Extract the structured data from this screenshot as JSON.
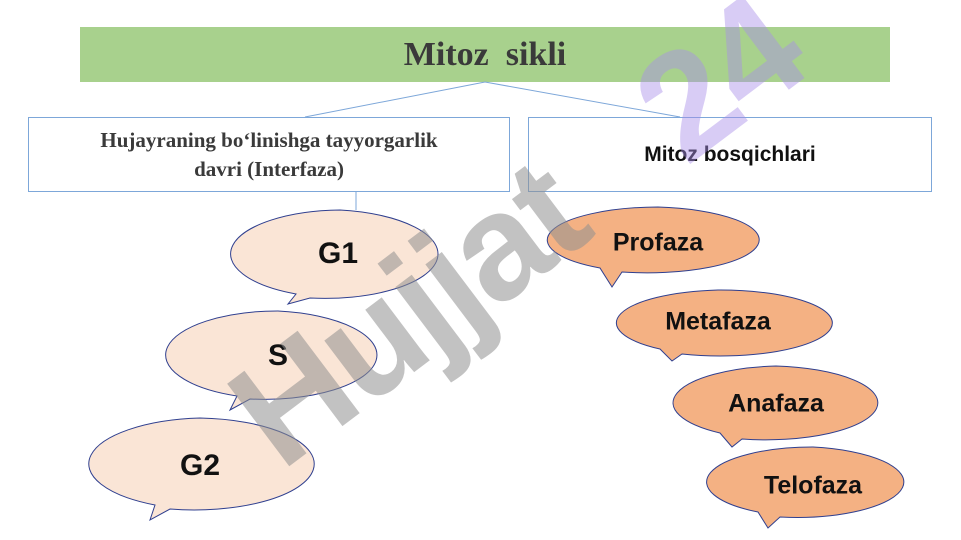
{
  "title": "Mitoz  sikli",
  "left_box": {
    "line1": "Hujayraning boʻlinishga tayyorgarlik",
    "line2": "davri (Interfaza)"
  },
  "right_box": {
    "label": "Mitoz bosqichlari"
  },
  "interphase_stages": [
    {
      "label": "G1"
    },
    {
      "label": "S"
    },
    {
      "label": "G2"
    }
  ],
  "mitosis_stages": [
    {
      "label": "Profaza"
    },
    {
      "label": "Metafaza"
    },
    {
      "label": "Anafaza"
    },
    {
      "label": "Telofaza"
    }
  ],
  "watermark": "Hujjat24",
  "colors": {
    "title_bg": "#a8d18d",
    "interphase_fill": "#fae5d6",
    "mitosis_fill": "#f4b183",
    "bubble_stroke": "#2f3f8f",
    "connector": "#7da7d9",
    "watermark_gray": "#9a9a9a",
    "watermark_purple": "#a98fe8"
  }
}
